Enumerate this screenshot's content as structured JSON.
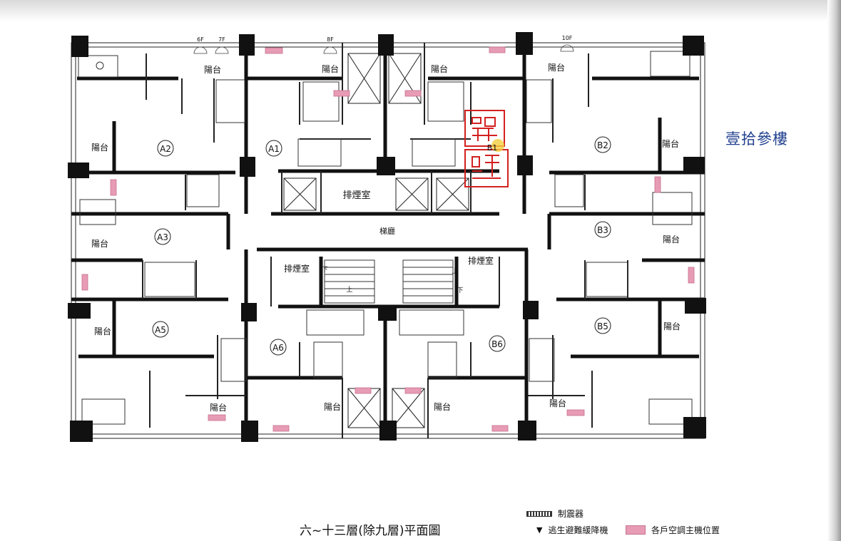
{
  "building_title": "壹拾參樓",
  "plan_title": "六~十三層(除九層)平面圖",
  "legend": {
    "damper": "制震器",
    "escape": "逃生避難緩降機",
    "ac": "各戶空調主機位置"
  },
  "units": {
    "A1": "A1",
    "A2": "A2",
    "A3": "A3",
    "A5": "A5",
    "A6": "A6",
    "B1": "B1",
    "B2": "B2",
    "B3": "B3",
    "B5": "B5",
    "B6": "B6"
  },
  "rooms": {
    "balcony": "陽台",
    "smoke_room": "排煙室",
    "lobby": "梯廳",
    "up": "上",
    "down": "下"
  },
  "floor_marks": {
    "f6": "6F",
    "f7": "7F",
    "f8": "8F",
    "f10": "10F"
  },
  "colors": {
    "wall": "#111111",
    "column": "#111111",
    "ac_unit": "#e79bb5",
    "seal": "#d32020",
    "highlight": "#f4d03f",
    "title_blue": "#22418f"
  }
}
